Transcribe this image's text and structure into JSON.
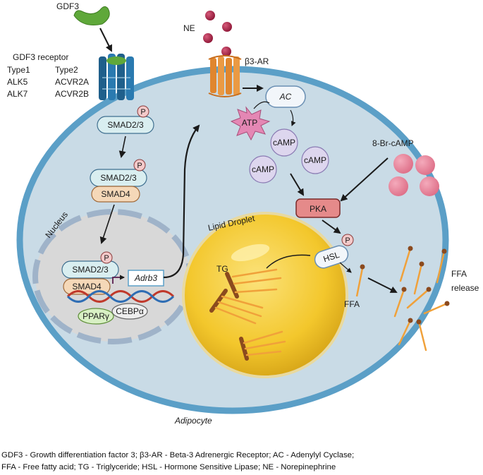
{
  "labels": {
    "gdf3": "GDF3",
    "receptor_title": "GDF3 receptor",
    "type1": "Type1",
    "type2": "Type2",
    "alk5": "ALK5",
    "acvr2a": "ACVR2A",
    "alk7": "ALK7",
    "acvr2b": "ACVR2B",
    "ne": "NE",
    "b3ar": "β3-AR",
    "ac": "AC",
    "atp": "ATP",
    "camp": "cAMP",
    "br_camp": "8-Br-cAMP",
    "pka": "PKA",
    "hsl": "HSL",
    "p": "P",
    "smad23": "SMAD2/3",
    "smad4": "SMAD4",
    "nucleus": "Nucleus",
    "adrb3": "Adrb3",
    "ppar": "PPARγ",
    "cebp": "CEBPα",
    "lipid_droplet": "Lipid Droplet",
    "tg": "TG",
    "ffa": "FFA",
    "ffa_release_1": "FFA",
    "ffa_release_2": "release",
    "adipocyte": "Adipocyte"
  },
  "caption": {
    "line1": "GDF3 - Growth differentiation factor 3; β3-AR - Beta-3 Adrenergic Receptor; AC - Adenylyl Cyclase;",
    "line2": "FFA - Free fatty acid; TG - Triglyceride; HSL - Hormone Sensitive Lipase; NE - Norepinephrine"
  },
  "colors": {
    "cell_fill": "#c9dbe6",
    "cell_border": "#5b9fc7",
    "nucleus_fill": "#d9d9d9",
    "lipid_fill": "#f2c830",
    "receptor_b3": "#e0862e",
    "pka_fill": "#e58a8a",
    "camp_fill": "#ddd6ee",
    "br_camp": "#e87f95"
  }
}
